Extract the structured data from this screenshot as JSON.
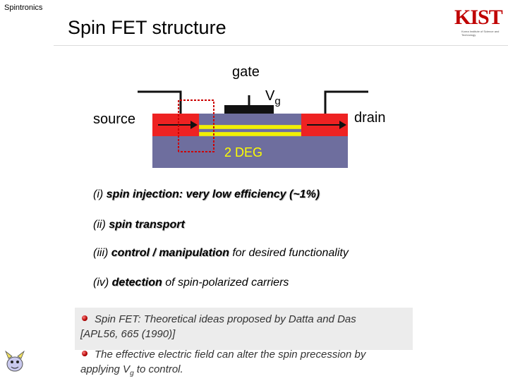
{
  "header": {
    "top_label": "Spintronics",
    "title": "Spin FET structure",
    "logo_text": "KIST",
    "logo_subtext": "Korea Institute of Science and Technology"
  },
  "diagram": {
    "gate_label": "gate",
    "vg_label": "V",
    "vg_subscript": "g",
    "source_label": "source",
    "drain_label": "drain",
    "channel_label": "2 DEG",
    "colors": {
      "substrate": "#6e6e9e",
      "contact": "#ee2222",
      "channel": "#f2f000",
      "gate": "#111111",
      "dashed_loop": "#cc0000"
    }
  },
  "items": [
    {
      "prefix": "(i) ",
      "emph": "spin injection: very low efficiency (~1%)",
      "rest": ""
    },
    {
      "prefix": "(ii) ",
      "emph": "spin transport",
      "rest": ""
    },
    {
      "prefix": "(iii) ",
      "emph": "control / manipulation",
      "rest": " for desired functionality"
    },
    {
      "prefix": "(iv) ",
      "emph": "detection",
      "rest": " of spin-polarized carriers"
    }
  ],
  "notes": {
    "note1_line1": "Spin FET: Theoretical ideas proposed by Datta and Das",
    "note1_line2": "[APL56, 665 (1990)]",
    "note2_line1": "The effective electric field can alter the spin precession by",
    "note2_line2_pre": "applying V",
    "note2_line2_sub": "g",
    "note2_line2_post": " to control."
  },
  "icons": {
    "bullet": "red-sphere-bullet-icon",
    "mascot": "cartoon-mascot-icon"
  }
}
